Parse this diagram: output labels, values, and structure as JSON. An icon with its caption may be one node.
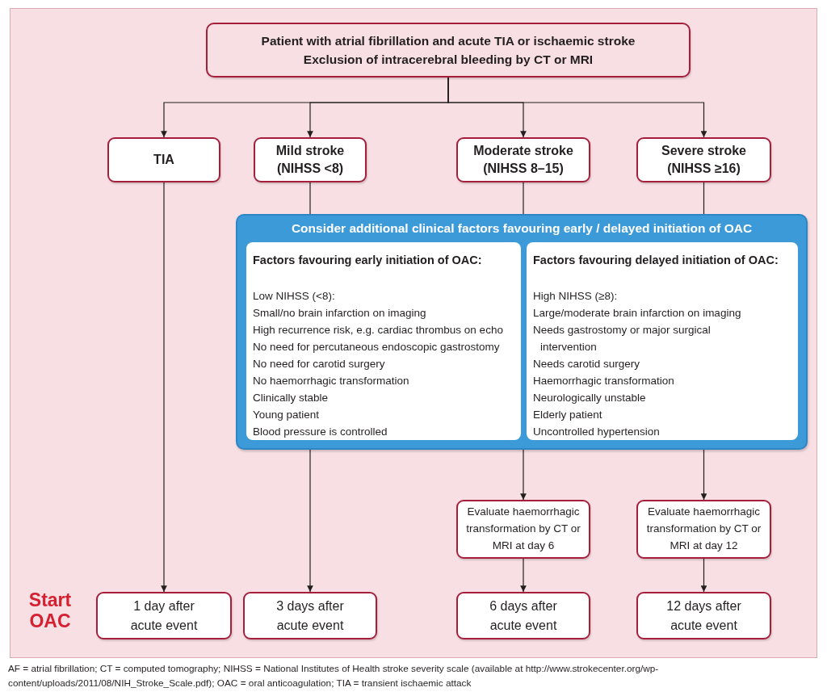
{
  "diagram": {
    "nodes": [
      {
        "text": [
          "Patient with atrial fibrillation and acute TIA or ischaemic stroke",
          "Exclusion of intracerebral bleeding by CT or MRI"
        ]
      },
      {
        "text": [
          "TIA"
        ]
      },
      {
        "text": [
          "Mild stroke (NIHSS <8)"
        ]
      },
      {
        "text": [
          "Moderate stroke (NIHSS 8–15)"
        ]
      },
      {
        "text": [
          "Severe stroke (NIHSS ≥16)"
        ]
      },
      {
        "text": [
          "Consider additional clinical factors favouring early / delayed initiation of OAC"
        ]
      },
      {
        "text": [
          "Factors favouring early initiation of OAC:",
          "Low NIHSS (<8):",
          "Small/no brain infarction on imaging",
          "High recurrence risk, e.g. cardiac thrombus on echo",
          "No need for percutaneous endoscopic gastrostomy",
          "No need for carotid surgery",
          "No haemorrhagic transformation",
          "Clinically stable",
          "Young patient",
          "Blood pressure is controlled"
        ],
        "in": 5
      },
      {
        "text": [
          "Factors favouring delayed initiation of OAC:",
          "High NIHSS (≥8):",
          "Large/moderate brain infarction on imaging",
          "Needs gastrostomy or major surgical intervention",
          "Needs carotid surgery",
          "Haemorrhagic transformation",
          "Neurologically unstable",
          "Elderly patient",
          "Uncontrolled hypertension"
        ],
        "in": 5
      },
      {
        "text": [
          "Evaluate haemorrhagic transformation by CT or MRI at day 6"
        ]
      },
      {
        "text": [
          "Evaluate haemorrhagic transformation by CT or MRI at day 12"
        ]
      },
      {
        "text": [
          "1 day after acute event"
        ]
      },
      {
        "text": [
          "3 days after acute event"
        ]
      },
      {
        "text": [
          "6 days after acute event"
        ]
      },
      {
        "text": [
          "12 days after acute event"
        ]
      }
    ],
    "edges": [
      {
        "from": 0,
        "to": 1,
        "arrow": "to"
      },
      {
        "from": 0,
        "to": 2,
        "arrow": "to"
      },
      {
        "from": 0,
        "to": 3,
        "arrow": "to"
      },
      {
        "from": 0,
        "to": 4,
        "arrow": "to"
      },
      {
        "from": 1,
        "to": 10,
        "arrow": "to"
      },
      {
        "from": 2,
        "to": 5,
        "arrow": "none"
      },
      {
        "from": 3,
        "to": 5,
        "arrow": "none"
      },
      {
        "from": 4,
        "to": 5,
        "arrow": "none"
      },
      {
        "from": 5,
        "to": 11,
        "arrow": "to"
      },
      {
        "from": 5,
        "to": 8,
        "arrow": "to"
      },
      {
        "from": 5,
        "to": 9,
        "arrow": "to"
      },
      {
        "from": 8,
        "to": 12,
        "arrow": "to"
      },
      {
        "from": 9,
        "to": 13,
        "arrow": "to"
      }
    ],
    "labels": [
      "Start OAC"
    ],
    "caption": "AF = atrial fibrillation; CT = computed tomography; NIHSS = National Institutes of Health stroke severity scale (available at http://www.strokecenter.org/wp-content/uploads/2011/08/NIH_Stroke_Scale.pdf); OAC = oral anticoagulation; TIA = transient ischaemic attack"
  }
}
